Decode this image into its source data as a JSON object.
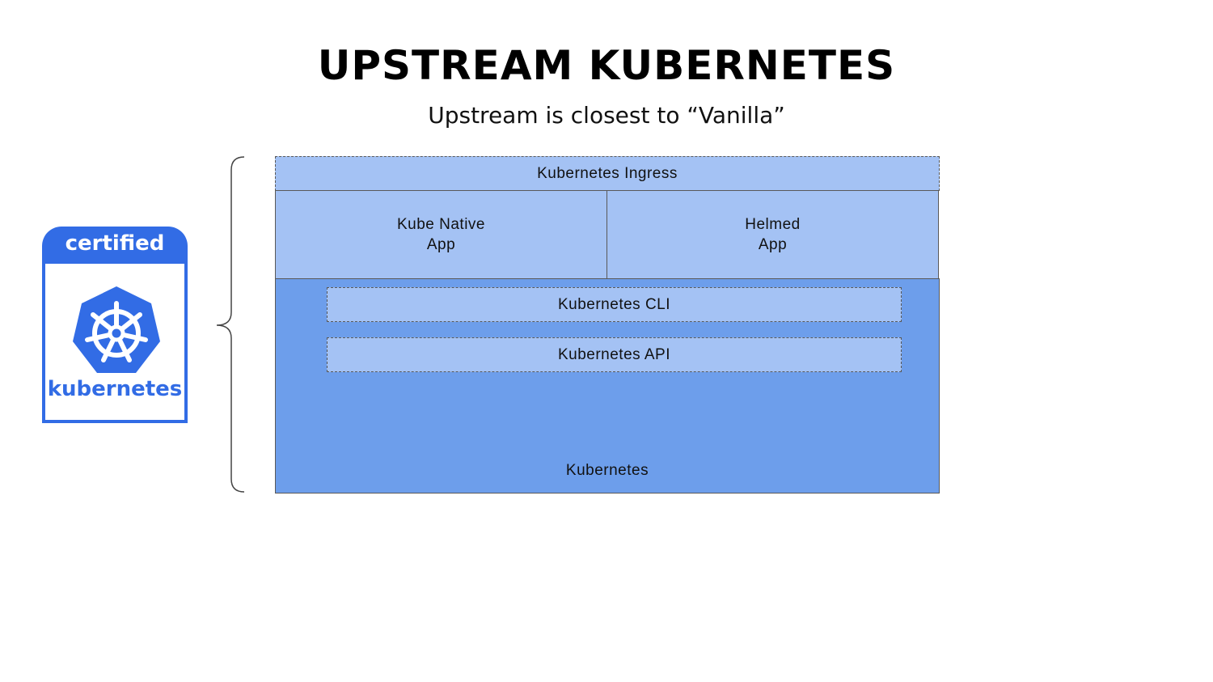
{
  "title": "UPSTREAM KUBERNETES",
  "subtitle": "Upstream is closest to “Vanilla”",
  "badge": {
    "top_text": "certified",
    "word": "kubernetes",
    "icon": "helm-wheel-icon",
    "color": "#326ce5"
  },
  "diagram": {
    "ingress": "Kubernetes Ingress",
    "app_left": {
      "line1": "Kube Native",
      "line2": "App"
    },
    "app_right": {
      "line1": "Helmed",
      "line2": "App"
    },
    "cli": "Kubernetes CLI",
    "api": "Kubernetes API",
    "base": "Kubernetes",
    "colors": {
      "light": "#a4c2f4",
      "dark": "#6d9eeb",
      "border": "#595959"
    }
  }
}
